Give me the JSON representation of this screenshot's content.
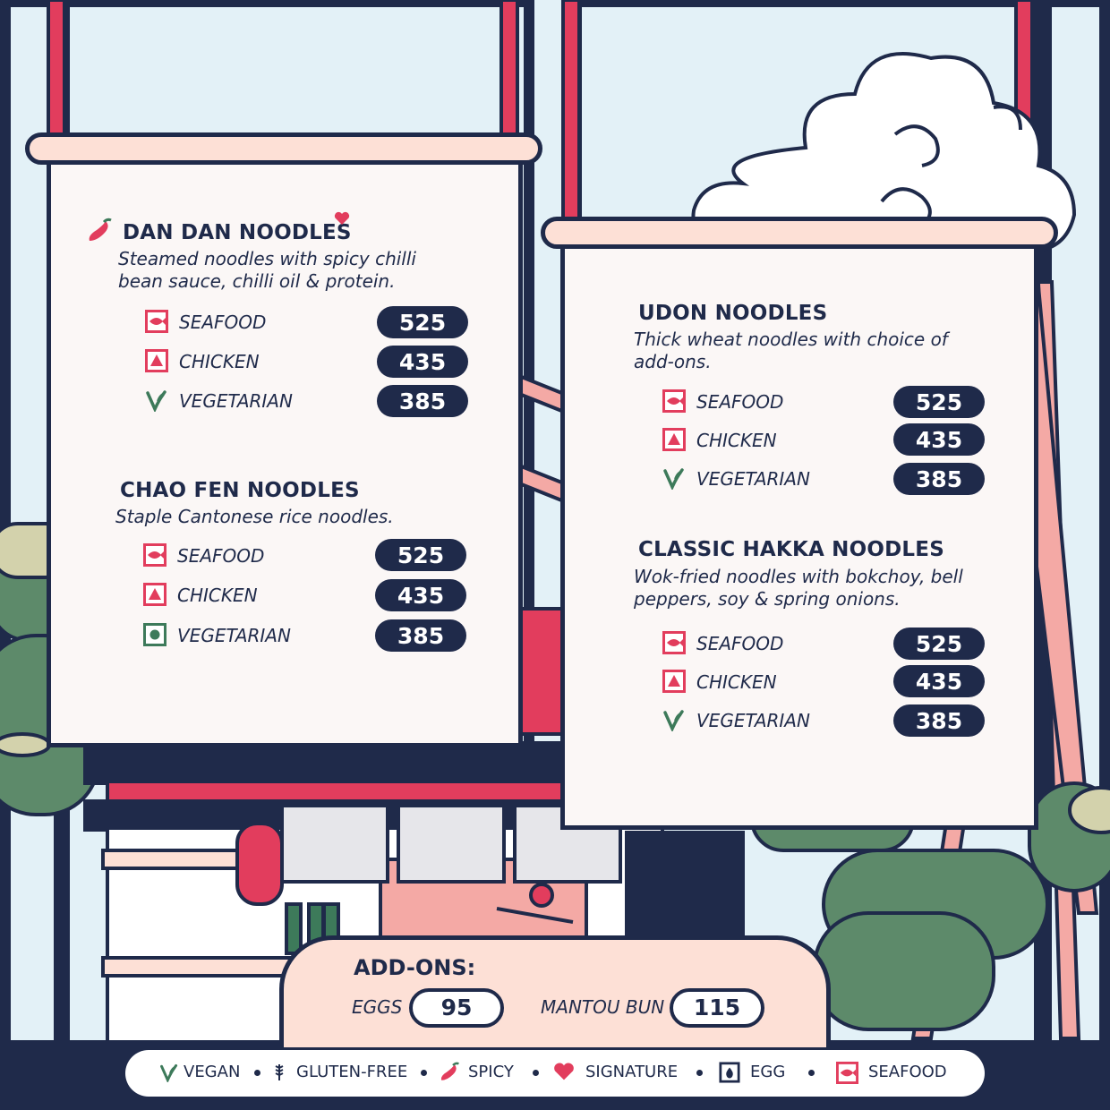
{
  "menu_items": [
    {
      "title": "DAN DAN NOODLES",
      "description": "Steamed noodles with spicy chilli bean sauce, chilli oil & protein.",
      "markers": [
        "spicy-icon",
        "signature-icon"
      ],
      "options": [
        {
          "icon": "seafood-icon",
          "label": "SEAFOOD",
          "price": "525"
        },
        {
          "icon": "chicken-icon",
          "label": "CHICKEN",
          "price": "435"
        },
        {
          "icon": "vegan-icon",
          "label": "VEGETARIAN",
          "price": "385"
        }
      ]
    },
    {
      "title": "CHAO FEN NOODLES",
      "description": "Staple Cantonese rice noodles.",
      "options": [
        {
          "icon": "seafood-icon",
          "label": "SEAFOOD",
          "price": "525"
        },
        {
          "icon": "chicken-icon",
          "label": "CHICKEN",
          "price": "435"
        },
        {
          "icon": "vegetarian-icon",
          "label": "VEGETARIAN",
          "price": "385"
        }
      ]
    },
    {
      "title": "UDON NOODLES",
      "description": "Thick wheat noodles with choice of add-ons.",
      "options": [
        {
          "icon": "seafood-icon",
          "label": "SEAFOOD",
          "price": "525"
        },
        {
          "icon": "chicken-icon",
          "label": "CHICKEN",
          "price": "435"
        },
        {
          "icon": "vegan-icon",
          "label": "VEGETARIAN",
          "price": "385"
        }
      ]
    },
    {
      "title": "CLASSIC HAKKA NOODLES",
      "description": "Wok-fried noodles with bokchoy, bell peppers, soy & spring onions.",
      "options": [
        {
          "icon": "seafood-icon",
          "label": "SEAFOOD",
          "price": "525"
        },
        {
          "icon": "chicken-icon",
          "label": "CHICKEN",
          "price": "435"
        },
        {
          "icon": "vegan-icon",
          "label": "VEGETARIAN",
          "price": "385"
        }
      ]
    }
  ],
  "addons": {
    "title": "ADD-ONS:",
    "items": [
      {
        "label": "EGGS",
        "price": "95"
      },
      {
        "label": "MANTOU BUN",
        "price": "115"
      }
    ]
  },
  "legend": [
    {
      "icon": "vegan-icon",
      "label": "VEGAN"
    },
    {
      "icon": "gluten-free-icon",
      "label": "GLUTEN-FREE"
    },
    {
      "icon": "spicy-icon",
      "label": "SPICY"
    },
    {
      "icon": "signature-icon",
      "label": "SIGNATURE"
    },
    {
      "icon": "egg-icon",
      "label": "EGG"
    },
    {
      "icon": "seafood-icon",
      "label": "SEAFOOD"
    }
  ],
  "colors": {
    "navy": "#1f2a4a",
    "red": "#e23d5d",
    "pink": "#f4a9a5",
    "cream": "#fbf7f6",
    "green": "#5d8a6a",
    "green_vegetarian": "#3d7a5a",
    "sky": "#e3f1f7"
  }
}
